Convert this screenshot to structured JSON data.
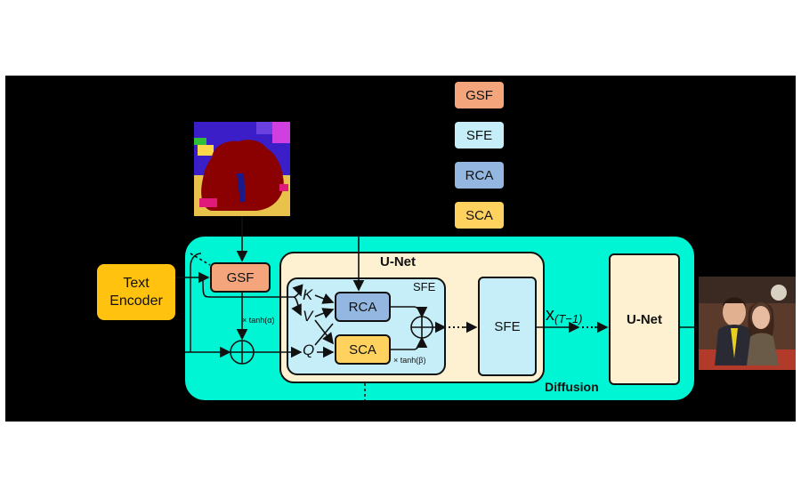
{
  "legend": [
    {
      "label": "GSF",
      "color": "#f4a57c"
    },
    {
      "label": "SFE",
      "color": "#c6eef8"
    },
    {
      "label": "RCA",
      "color": "#93b7e0"
    },
    {
      "label": "SCA",
      "color": "#ffd15e"
    }
  ],
  "text_encoder": {
    "line1": "Text",
    "line2": "Encoder"
  },
  "gsf_label": "GSF",
  "unet_inner_title": "U-Net",
  "sfe_region_label": "SFE",
  "rca_label": "RCA",
  "sca_label": "SCA",
  "k_label": "K",
  "v_label": "V",
  "q_label": "Q",
  "tanh_alpha": "× tanh(α)",
  "tanh_beta": "× tanh(β)",
  "sfe_block_label": "SFE",
  "x_label": "x",
  "x_subscript": "(T−1)",
  "unet_outer_label": "U-Net",
  "diffusion_label": "Diffusion",
  "colors": {
    "diffusion_bg": "#00f5d4",
    "unet_bg": "#fdf1d2",
    "sfe_bg": "#c6eef8",
    "text_encoder_bg": "#ffc20e"
  }
}
